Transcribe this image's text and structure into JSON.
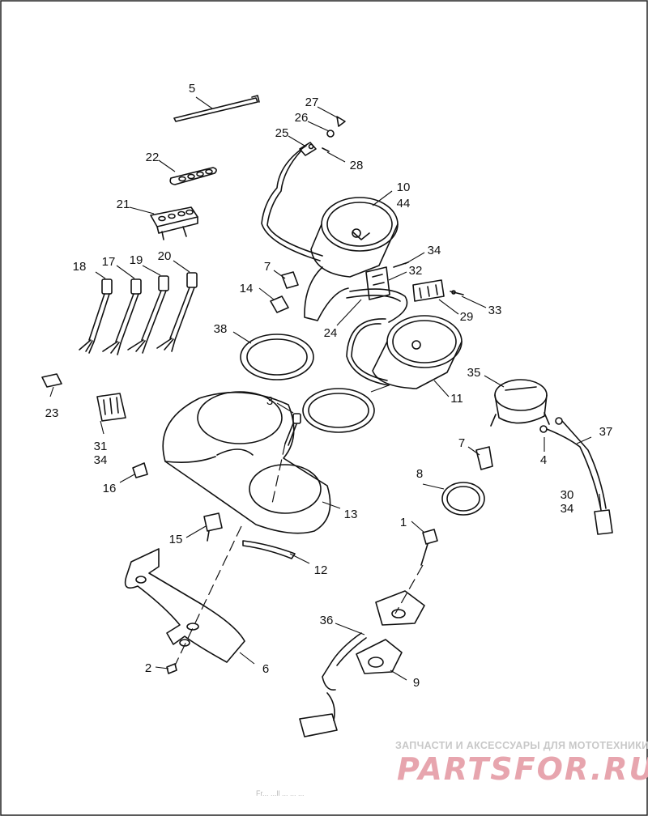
{
  "labels": {
    "n1": "1",
    "n2": "2",
    "n3": "3",
    "n4": "4",
    "n5": "5",
    "n6": "6",
    "n7a": "7",
    "n7b": "7",
    "n8": "8",
    "n9": "9",
    "n10": "10",
    "n11": "11",
    "n12": "12",
    "n13": "13",
    "n14": "14",
    "n15": "15",
    "n16": "16",
    "n17": "17",
    "n18": "18",
    "n19": "19",
    "n20": "20",
    "n21": "21",
    "n22": "22",
    "n23": "23",
    "n24": "24",
    "n25": "25",
    "n26": "26",
    "n27": "27",
    "n28": "28",
    "n29": "29",
    "n30": "30",
    "n31": "31",
    "n32": "32",
    "n33": "33",
    "n34a": "34",
    "n34b": "34",
    "n34c": "34",
    "n35": "35",
    "n36": "36",
    "n37": "37",
    "n38": "38",
    "n44": "44"
  },
  "watermark": {
    "tagline": "ЗАПЧАСТИ И АКСЕССУАРЫ ДЛЯ МОТОТЕХНИКИ",
    "logo": "PARTSFOR.RU"
  },
  "footer": "Fr... ...ll ... ... ..."
}
